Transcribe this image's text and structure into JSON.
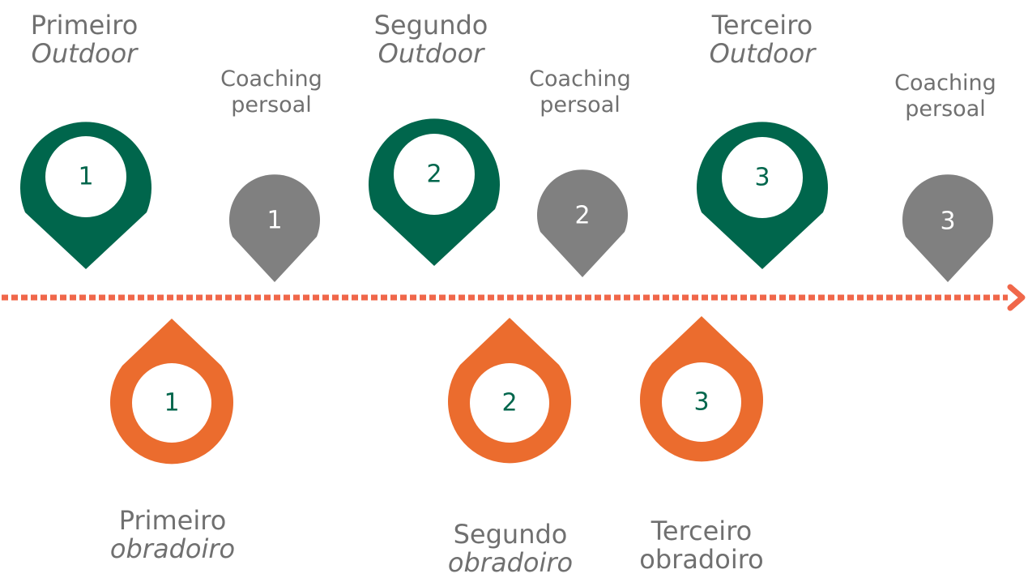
{
  "colors": {
    "green": "#00664c",
    "gray": "#808080",
    "orange": "#eb6c2e",
    "number_green": "#00664c",
    "number_white": "#ffffff",
    "arrow": "#f0674a",
    "label": "#707070"
  },
  "outdoors": [
    {
      "number": "1",
      "title": "Primeiro",
      "subtitle": "Outdoor"
    },
    {
      "number": "2",
      "title": "Segundo",
      "subtitle": "Outdoor"
    },
    {
      "number": "3",
      "title": "Terceiro",
      "subtitle": "Outdoor"
    }
  ],
  "coachings": [
    {
      "number": "1",
      "line1": "Coaching",
      "line2": "persoal"
    },
    {
      "number": "2",
      "line1": "Coaching",
      "line2": "persoal"
    },
    {
      "number": "3",
      "line1": "Coaching",
      "line2": "persoal"
    }
  ],
  "workshops": [
    {
      "number": "1",
      "title": "Primeiro",
      "subtitle": "obradoiro"
    },
    {
      "number": "2",
      "title": "Segundo",
      "subtitle": "obradoiro"
    },
    {
      "number": "3",
      "title": "Terceiro",
      "subtitle": "obradoiro"
    }
  ]
}
